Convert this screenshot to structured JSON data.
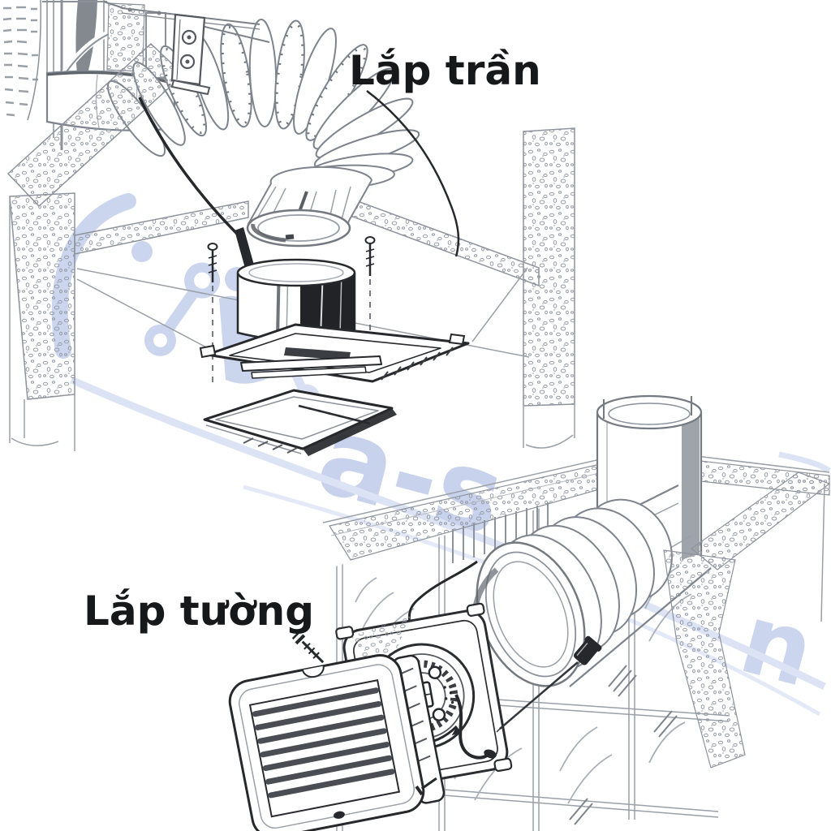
{
  "page": {
    "background": "#ffffff"
  },
  "labels": {
    "ceiling": "Lắp trần",
    "wall": "Lắp tường"
  },
  "watermark": {
    "letters_main": "a-s",
    "letter_secondary": "n",
    "color": "#ccd5ee"
  },
  "colors": {
    "ink": "#26282b",
    "structure_line": "#8b9199",
    "label_text": "#17181a",
    "watermark": "#ccd5ee"
  }
}
